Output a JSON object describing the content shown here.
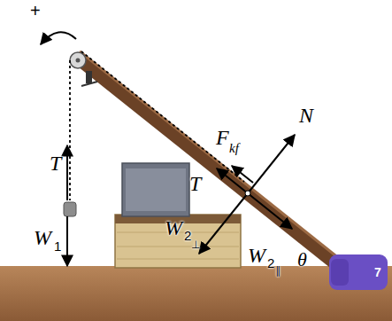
{
  "diagram": {
    "labels": [
      "+",
      "T",
      "W",
      "1",
      "F",
      "kf",
      "N",
      "T",
      "W",
      "2",
      "⊥",
      "W",
      "2",
      "∥",
      "θ",
      "7"
    ]
  }
}
